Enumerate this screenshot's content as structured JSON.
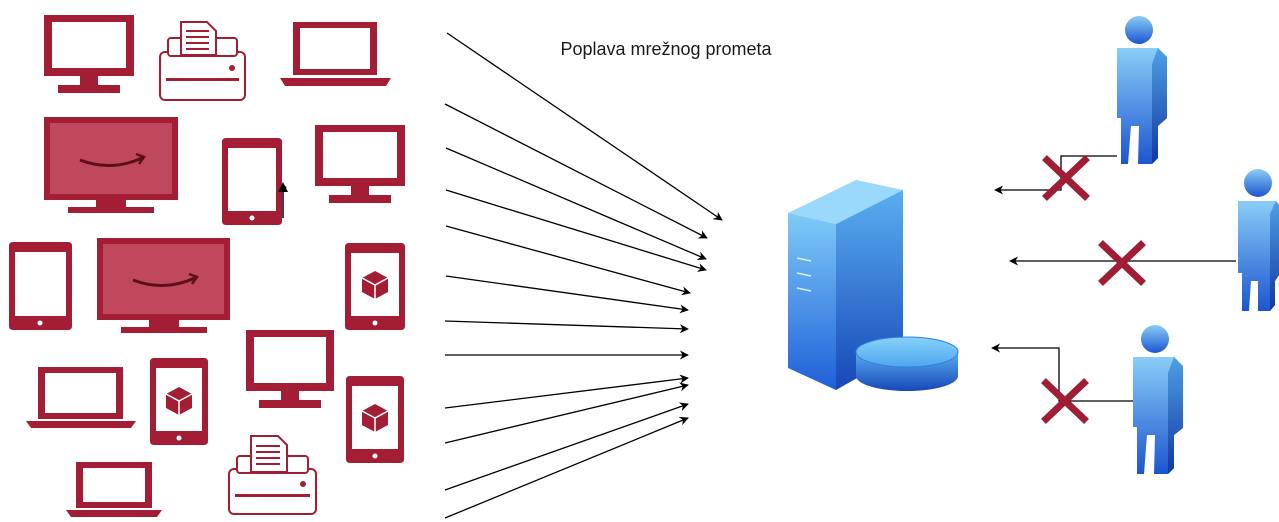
{
  "caption": "Poplava mrežnog prometa",
  "colors": {
    "device": "#A31D35",
    "device_fill": "#C0485E",
    "arrow": "#000000",
    "block": "#A01E35",
    "server_light": "#79C6F7",
    "server_dark": "#1E5ED6"
  },
  "devices": [
    {
      "type": "monitor-icon"
    },
    {
      "type": "printer-icon"
    },
    {
      "type": "laptop-icon"
    },
    {
      "type": "smart-tv-icon"
    },
    {
      "type": "tablet-icon"
    },
    {
      "type": "monitor-icon"
    },
    {
      "type": "tablet-icon"
    },
    {
      "type": "smart-tv-icon"
    },
    {
      "type": "phone-icon"
    },
    {
      "type": "laptop-icon"
    },
    {
      "type": "phone-icon"
    },
    {
      "type": "monitor-icon"
    },
    {
      "type": "phone-icon"
    },
    {
      "type": "laptop-icon"
    },
    {
      "type": "printer-icon"
    }
  ],
  "server": {
    "type": "server-icon",
    "storage": "database-icon"
  },
  "users": [
    {
      "type": "user-icon",
      "request": "blocked"
    },
    {
      "type": "user-icon",
      "request": "blocked"
    },
    {
      "type": "user-icon",
      "request": "blocked"
    }
  ]
}
